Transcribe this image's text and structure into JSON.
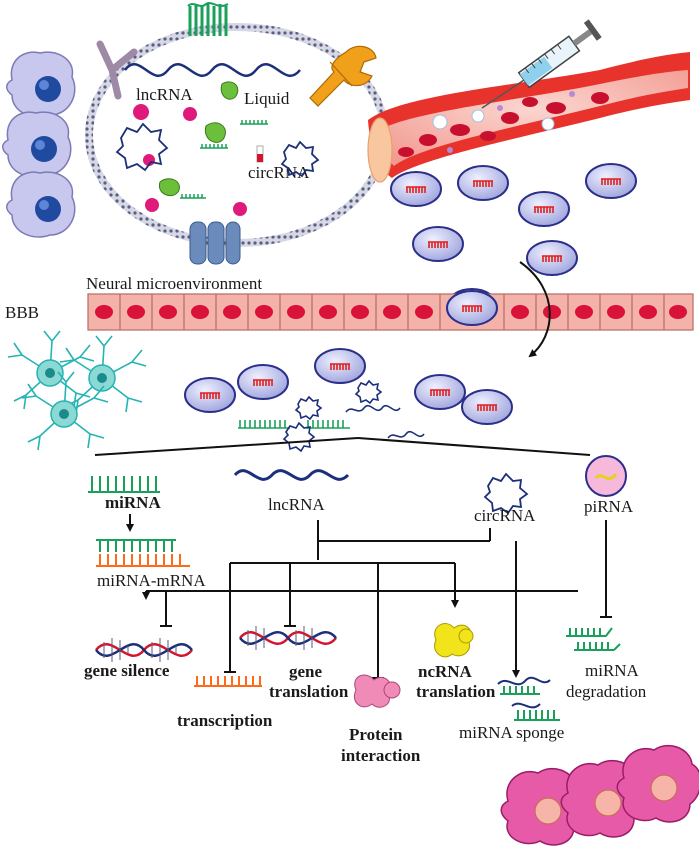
{
  "labels": {
    "lncrna_top": "lncRNA",
    "liquid": "Liquid",
    "circrna_top": "circRNA",
    "neural": "Neural microenvironment",
    "bbb": "BBB",
    "mirna": "miRNA",
    "lncrna_mid": "lncRNA",
    "circrna_mid": "circRNA",
    "pirna": "piRNA",
    "mirna_mrna": "miRNA-mRNA",
    "gene_silence": "gene silence",
    "gene_translation_1": "gene",
    "gene_translation_2": "translation",
    "transcription": "transcription",
    "ncrna_translation_1": "ncRNA",
    "ncrna_translation_2": "translation",
    "protein_1": "Protein",
    "protein_2": "interaction",
    "mirna_degradation_1": "miRNA",
    "mirna_degradation_2": "degradation",
    "mirna_sponge": "miRNA sponge"
  },
  "colors": {
    "mirna_green": "#1aa05a",
    "mrna_orange": "#ff6a1a",
    "exosome_fill": "#b9bde8",
    "exosome_edge": "#2b2f8a",
    "exosome_cargo": "#e02020",
    "lnc_blue": "#1c2f7a",
    "vessel_red": "#e8322c",
    "bbb_cell": "#f3b3ab",
    "bbb_nucleus": "#d8123a",
    "neuron": "#26b3b3",
    "tumor_pink": "#e0449a",
    "macrophage": "#b7b6e4",
    "dna_red": "#d6132d",
    "dna_blue": "#1c2f7a",
    "pirna_fill": "#f6b9dc",
    "pirna_strand": "#e6d21a",
    "ncrna_yellow": "#f2e41a",
    "protein_pink": "#f08bb8"
  },
  "icons": [
    "macrophage-cell-icon",
    "receptor-icon",
    "membrane-channel-icon",
    "wrench-icon",
    "syringe-icon",
    "blood-vessel-icon",
    "exosome-icon",
    "neuron-icon",
    "dna-helix-icon",
    "tumor-cell-icon"
  ]
}
